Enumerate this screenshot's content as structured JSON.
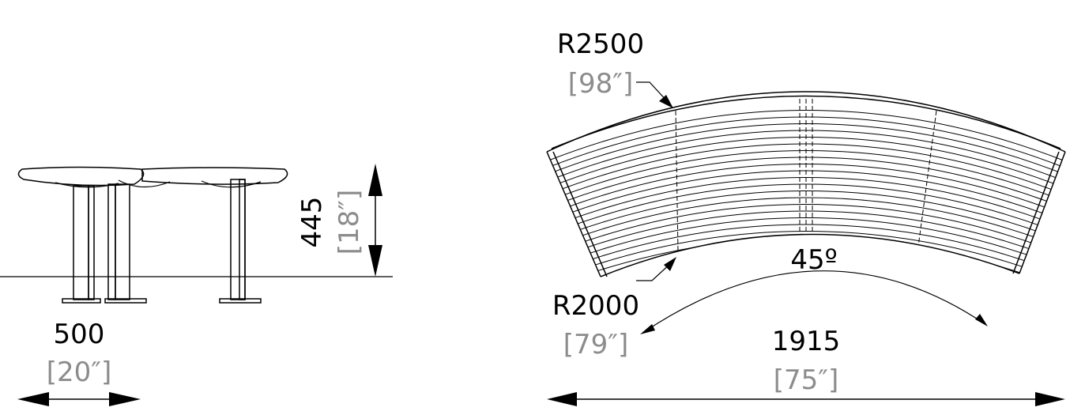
{
  "colors": {
    "line": "#000000",
    "primary_text": "#000000",
    "secondary_text": "#8c8c8c"
  },
  "side_view": {
    "height_mm": "445",
    "height_in": "[18″]",
    "depth_mm": "500",
    "depth_in": "[20″]"
  },
  "top_view": {
    "outer_radius_mm": "R2500",
    "outer_radius_in": "[98″]",
    "inner_radius_mm": "R2000",
    "inner_radius_in": "[79″]",
    "angle": "45º",
    "length_mm": "1915",
    "length_in": "[75″]"
  }
}
